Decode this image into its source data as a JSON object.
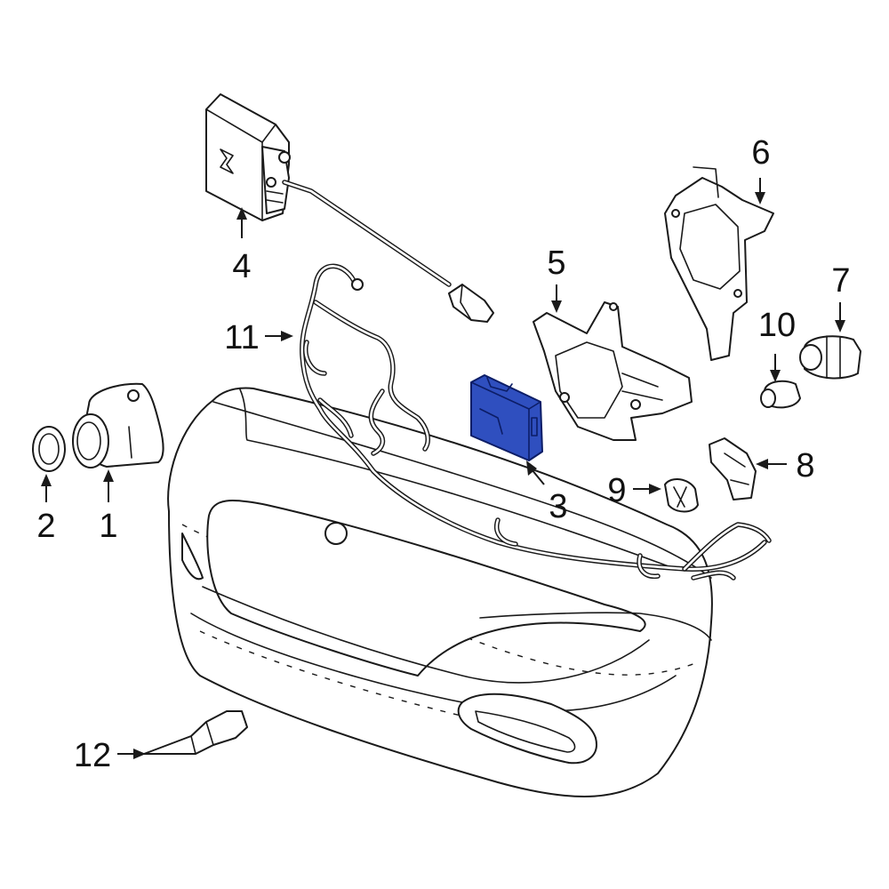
{
  "callouts": [
    {
      "id": "1",
      "text": "1"
    },
    {
      "id": "2",
      "text": "2"
    },
    {
      "id": "3",
      "text": "3"
    },
    {
      "id": "4",
      "text": "4"
    },
    {
      "id": "5",
      "text": "5"
    },
    {
      "id": "6",
      "text": "6"
    },
    {
      "id": "7",
      "text": "7"
    },
    {
      "id": "8",
      "text": "8"
    },
    {
      "id": "9",
      "text": "9"
    },
    {
      "id": "10",
      "text": "10"
    },
    {
      "id": "11",
      "text": "11"
    },
    {
      "id": "12",
      "text": "12"
    }
  ],
  "colors": {
    "highlight_fill": "#2f4fbf",
    "highlight_stroke": "#0c1d66",
    "line": "#1a1a1a",
    "background": "#ffffff"
  },
  "highlighted_part": "3"
}
